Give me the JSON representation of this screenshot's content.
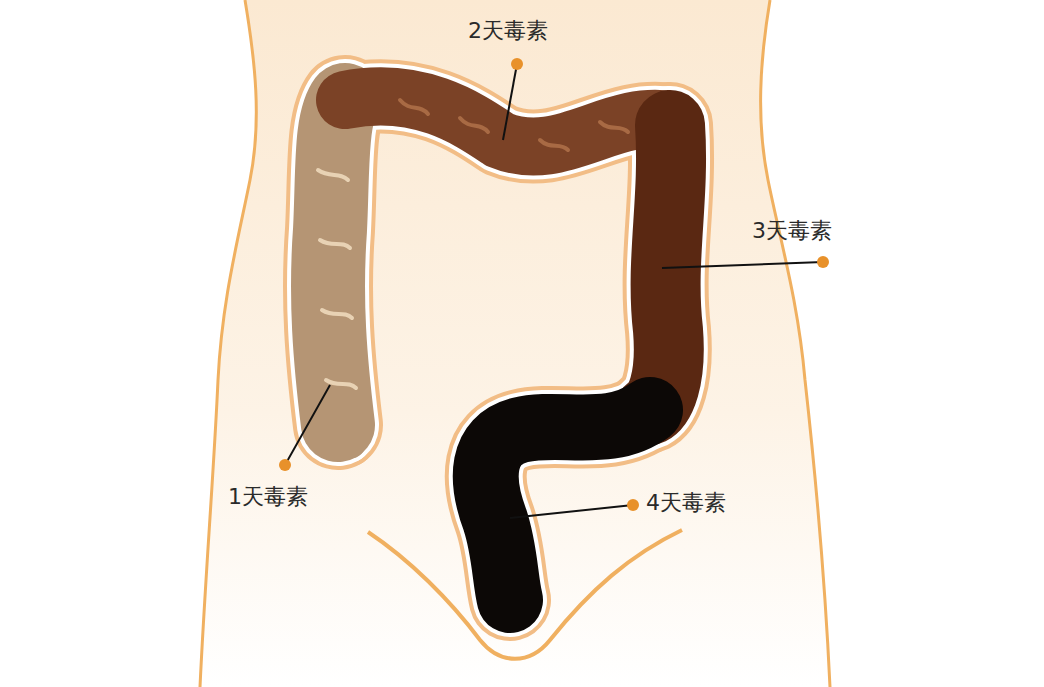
{
  "diagram": {
    "labels": [
      "2天毒素",
      "3天毒素",
      "1天毒素",
      "4天毒素"
    ]
  }
}
